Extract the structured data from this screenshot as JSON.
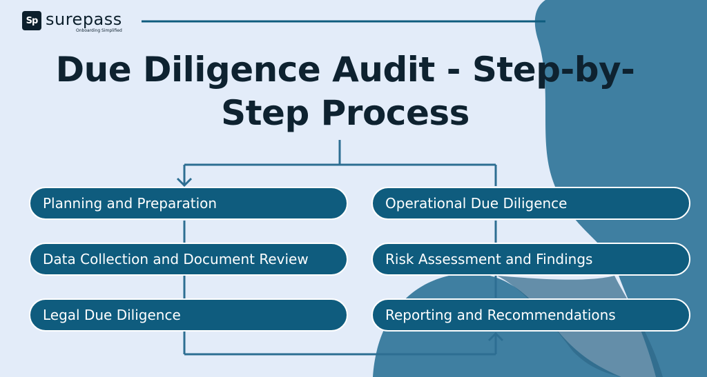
{
  "brand": {
    "mark": "Sp",
    "name": "surepass",
    "tagline": "Onboarding Simplified"
  },
  "diagram": {
    "title": "Due Diligence Audit - Step-by-Step Process",
    "steps": [
      {
        "label": "Planning and Preparation"
      },
      {
        "label": "Data Collection and Document Review"
      },
      {
        "label": "Legal Due Diligence"
      },
      {
        "label": "Operational Due Diligence"
      },
      {
        "label": "Risk Assessment and Findings"
      },
      {
        "label": "Reporting and Recommendations"
      }
    ]
  },
  "colors": {
    "background": "#e3ecf9",
    "blob": "#3f7fa1",
    "blob_dark": "#2d6688",
    "step_fill": "#0f5c7e",
    "connector": "#2d6e92",
    "title_text": "#0e2230"
  }
}
